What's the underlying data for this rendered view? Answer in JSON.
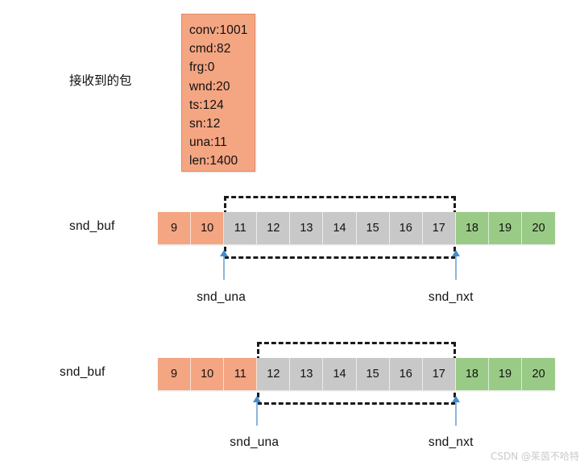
{
  "packet": {
    "caption": "接收到的包",
    "fields": [
      "conv:1001",
      "cmd:82",
      "frg:0",
      "wnd:20",
      "ts:124",
      "sn:12",
      "una:11",
      "len:1400"
    ]
  },
  "colors": {
    "sent": "#f4a582",
    "inflight": "#c8c8c8",
    "free": "#9acb86",
    "pointer": "#3f8fd0",
    "window_border": "#1a1a1a"
  },
  "rows": [
    {
      "label": "snd_buf",
      "cells": [
        {
          "value": "9",
          "state": "sent"
        },
        {
          "value": "10",
          "state": "sent"
        },
        {
          "value": "11",
          "state": "inflight"
        },
        {
          "value": "12",
          "state": "inflight"
        },
        {
          "value": "13",
          "state": "inflight"
        },
        {
          "value": "14",
          "state": "inflight"
        },
        {
          "value": "15",
          "state": "inflight"
        },
        {
          "value": "16",
          "state": "inflight"
        },
        {
          "value": "17",
          "state": "inflight"
        },
        {
          "value": "18",
          "state": "free"
        },
        {
          "value": "19",
          "state": "free"
        },
        {
          "value": "20",
          "state": "free"
        }
      ],
      "window": {
        "start_value": "11",
        "end_value": "17"
      },
      "pointers": [
        {
          "name": "snd_una",
          "label": "snd_una",
          "at_value": "11"
        },
        {
          "name": "snd_nxt",
          "label": "snd_nxt",
          "at_value": "18"
        }
      ]
    },
    {
      "label": "snd_buf",
      "cells": [
        {
          "value": "9",
          "state": "sent"
        },
        {
          "value": "10",
          "state": "sent"
        },
        {
          "value": "11",
          "state": "sent"
        },
        {
          "value": "12",
          "state": "inflight"
        },
        {
          "value": "13",
          "state": "inflight"
        },
        {
          "value": "14",
          "state": "inflight"
        },
        {
          "value": "15",
          "state": "inflight"
        },
        {
          "value": "16",
          "state": "inflight"
        },
        {
          "value": "17",
          "state": "inflight"
        },
        {
          "value": "18",
          "state": "free"
        },
        {
          "value": "19",
          "state": "free"
        },
        {
          "value": "20",
          "state": "free"
        }
      ],
      "window": {
        "start_value": "12",
        "end_value": "17"
      },
      "pointers": [
        {
          "name": "snd_una",
          "label": "snd_una",
          "at_value": "12"
        },
        {
          "name": "snd_nxt",
          "label": "snd_nxt",
          "at_value": "18"
        }
      ]
    }
  ],
  "watermark": "CSDN @茱茵不哈特"
}
